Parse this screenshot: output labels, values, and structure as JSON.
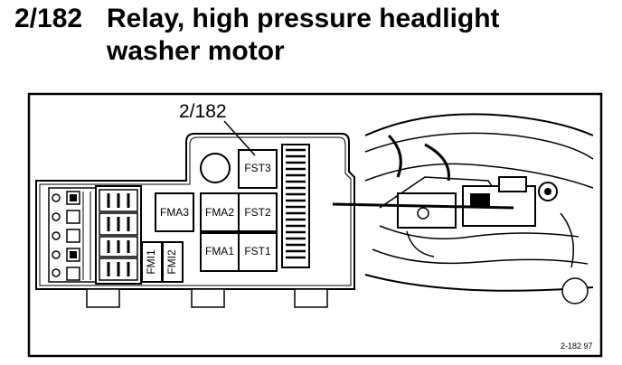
{
  "header": {
    "number": "2/182",
    "title_line1": "Relay, high pressure headlight",
    "title_line2": "washer motor"
  },
  "diagram": {
    "callout": "2/182",
    "relays": {
      "fst3": "FST3",
      "fma3": "FMA3",
      "fma2": "FMA2",
      "fst2": "FST2",
      "fma1": "FMA1",
      "fst1": "FST1",
      "fmi1": "FMI1",
      "fmi2": "FMI2"
    },
    "figure_code": "2-182  97"
  }
}
